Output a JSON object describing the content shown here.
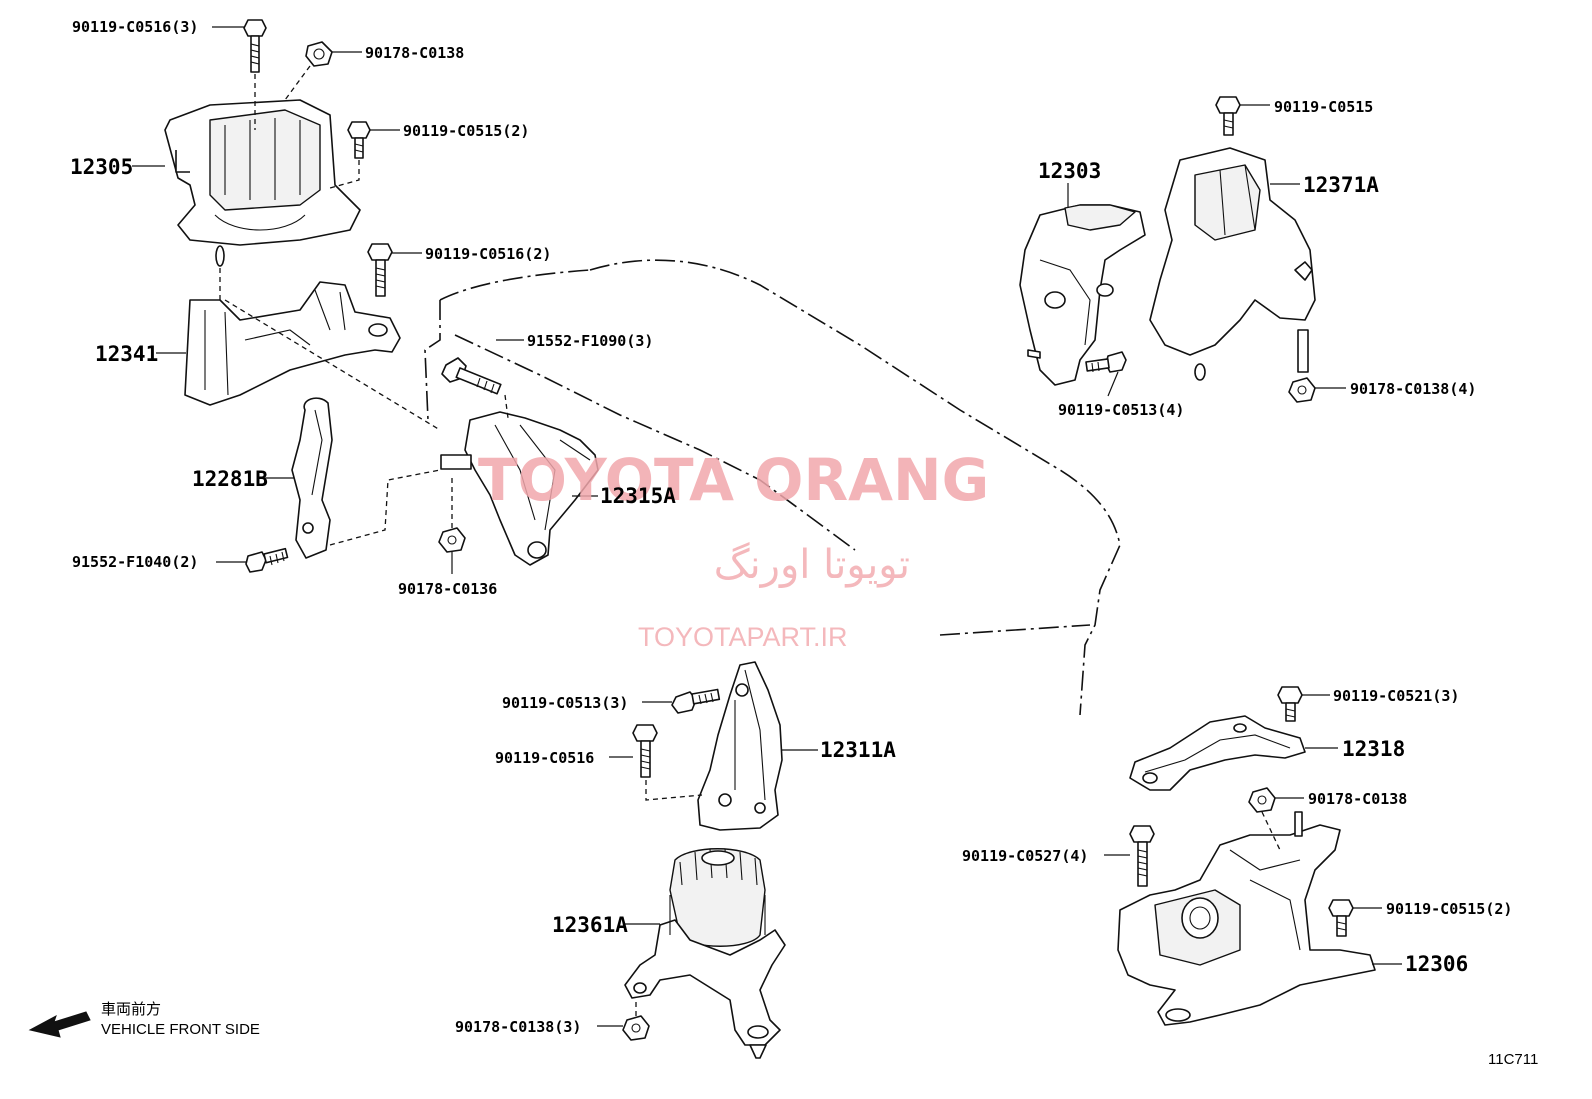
{
  "labels": {
    "bolt_top_left": "90119-C0516(3)",
    "nut_top_left": "90178-C0138",
    "bolt_c0515_2_top": "90119-C0515(2)",
    "part_12305": "12305",
    "bolt_c0516_2": "90119-C0516(2)",
    "part_12341": "12341",
    "bolt_f1090": "91552-F1090(3)",
    "part_12281b": "12281B",
    "part_12315a": "12315A",
    "bolt_f1040": "91552-F1040(2)",
    "nut_c0136": "90178-C0136",
    "part_12303": "12303",
    "bolt_c0515_right": "90119-C0515",
    "part_12371a": "12371A",
    "bolt_c0513_4": "90119-C0513(4)",
    "nut_c0138_4": "90178-C0138(4)",
    "bolt_c0513_3": "90119-C0513(3)",
    "bolt_c0516_single": "90119-C0516",
    "part_12311a": "12311A",
    "bolt_c0521_3": "90119-C0521(3)",
    "part_12318": "12318",
    "nut_c0138_right": "90178-C0138",
    "bolt_c0527_4": "90119-C0527(4)",
    "bolt_c0515_2_bottom": "90119-C0515(2)",
    "part_12306": "12306",
    "part_12361a": "12361A",
    "nut_c0138_3": "90178-C0138(3)"
  },
  "watermark": {
    "brand_en": "TOYOTA ORANG",
    "brand_fa": "تویوتا اورنگ",
    "url": "TOYOTAPART.IR"
  },
  "front_marker": {
    "label_cn": "車両前方",
    "label_en": "VEHICLE FRONT SIDE"
  },
  "figure_code": "11C711"
}
